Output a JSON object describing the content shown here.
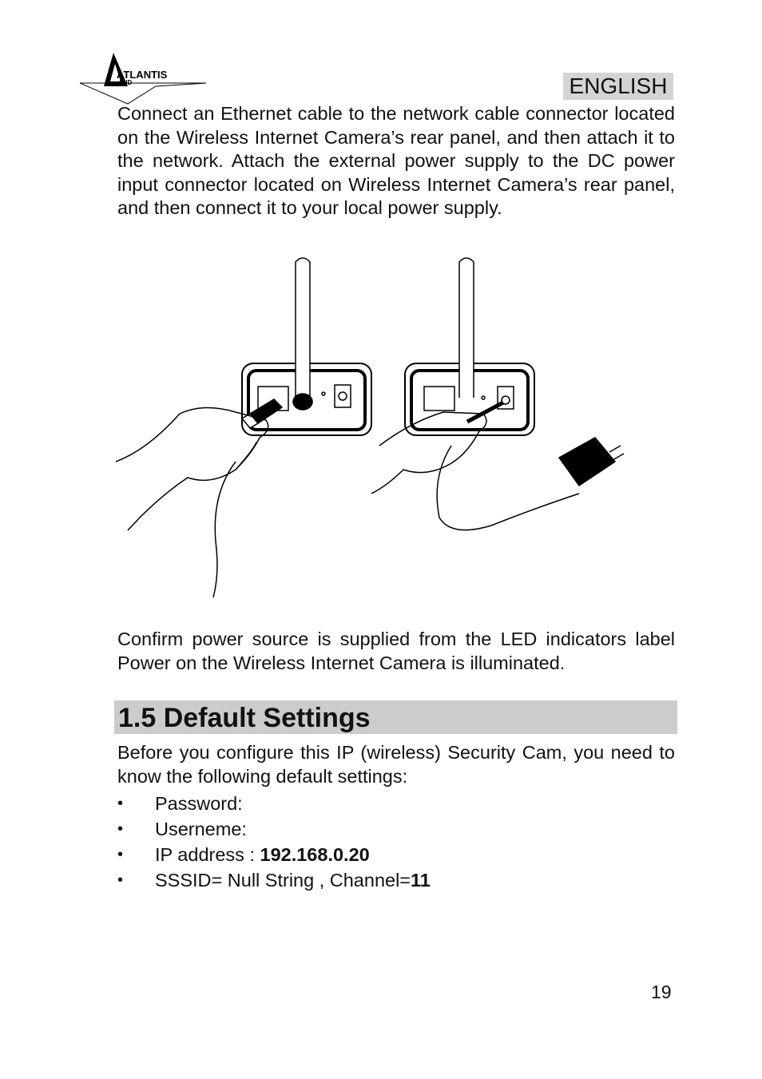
{
  "header": {
    "logo_text": "ATLANTIS",
    "logo_subtext": "AND",
    "language": "ENGLISH"
  },
  "paragraphs": {
    "connect": "Connect an Ethernet cable to the network cable connector located on the Wireless Internet Camera’s  rear  panel, and then attach it to  the network. Attach the external power supply to the DC power input  connector located on Wireless Internet Camera’s rear panel,  and then connect it to your local  power supply.",
    "confirm": "Confirm power source is supplied  from the LED indicators label Power  on the Wireless Internet Camera is illuminated.",
    "intro": "Before you configure this IP (wireless) Security Cam, you need to know the following default settings:"
  },
  "section": {
    "title": "1.5 Default Settings"
  },
  "defaults": [
    {
      "label": "Password:",
      "value": ""
    },
    {
      "label": "Userneme:",
      "value": ""
    },
    {
      "label": "IP address : ",
      "value": "192.168.0.20"
    },
    {
      "label": "SSSID= Null String , Channel=",
      "value": "11"
    }
  ],
  "bullet_glyph": "•",
  "page_number": "19"
}
